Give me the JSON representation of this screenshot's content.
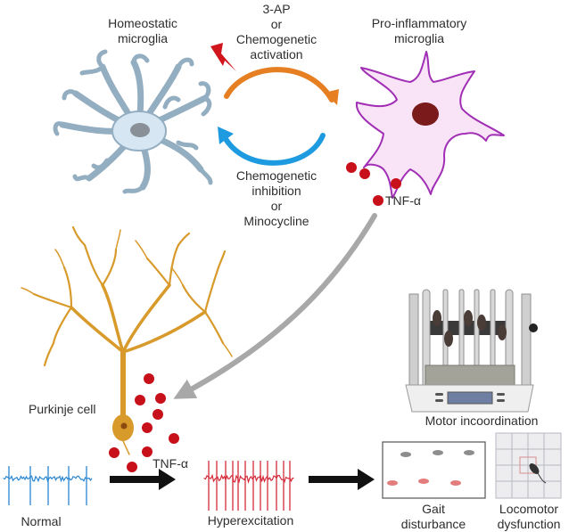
{
  "figure": {
    "type": "mechanism-schematic",
    "title": ""
  },
  "microglia": {
    "homeostatic": {
      "label_lines": [
        "Homeostatic",
        "microglia"
      ],
      "color": "#9fb7c9",
      "fill": "#d6e6f3",
      "nucleus": "#8a9098"
    },
    "pro_inflammatory": {
      "label_lines": [
        "Pro-inflammatory",
        "microglia"
      ],
      "outline": "#a12fb5",
      "fill": "#f9e4f7",
      "nucleus": "#7a1a1a"
    }
  },
  "transitions": {
    "activation": {
      "label_lines": [
        "3-AP",
        "or",
        "Chemogenetic",
        "activation"
      ],
      "color": "#e67e22",
      "icon": "lightning-bolt-icon",
      "icon_color": "#d0161c"
    },
    "inhibition": {
      "label_lines": [
        "Chemogenetic",
        "inhibition",
        "or",
        "Minocycline"
      ],
      "color": "#1e9be0"
    }
  },
  "cytokine": {
    "label": "TNF-α",
    "dot_color": "#c8101a"
  },
  "purkinje": {
    "label": "Purkinje cell",
    "color": "#d89a2b"
  },
  "release_arrow": {
    "color": "#a8a8a8"
  },
  "electrophysiology": {
    "normal": {
      "label": "Normal",
      "color": "#2a86d1"
    },
    "arrow_label": "TNF-α",
    "hyper": {
      "label": "Hyperexcitation",
      "color": "#d42b3a"
    }
  },
  "outcomes": {
    "motor": {
      "label": "Motor incoordination",
      "icon": "rotarod-icon"
    },
    "gait": {
      "label_lines": [
        "Gait",
        "disturbance"
      ],
      "icon": "footprint-icon"
    },
    "locomotor": {
      "label_lines": [
        "Locomotor",
        "dysfunction"
      ],
      "icon": "open-field-icon"
    }
  }
}
